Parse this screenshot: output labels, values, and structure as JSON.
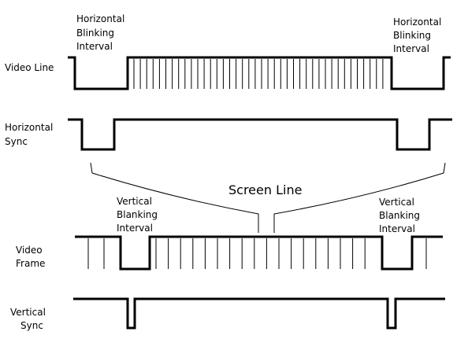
{
  "signals": {
    "video_line": "Video Line",
    "horizontal_sync": [
      "Horizontal",
      "Sync"
    ],
    "video_frame": [
      "Video",
      "Frame"
    ],
    "vertical_sync": [
      "Vertical",
      "Sync"
    ]
  },
  "intervals": {
    "horizontal_left": [
      "Horizontal",
      "Blinking",
      "Interval"
    ],
    "horizontal_right": [
      "Horizontal",
      "Blinking",
      "Interval"
    ],
    "vertical_left": [
      "Vertical",
      "Blanking",
      "Interval"
    ],
    "vertical_right": [
      "Vertical",
      "Blanking",
      "Interval"
    ]
  },
  "screen_line_label": "Screen Line"
}
